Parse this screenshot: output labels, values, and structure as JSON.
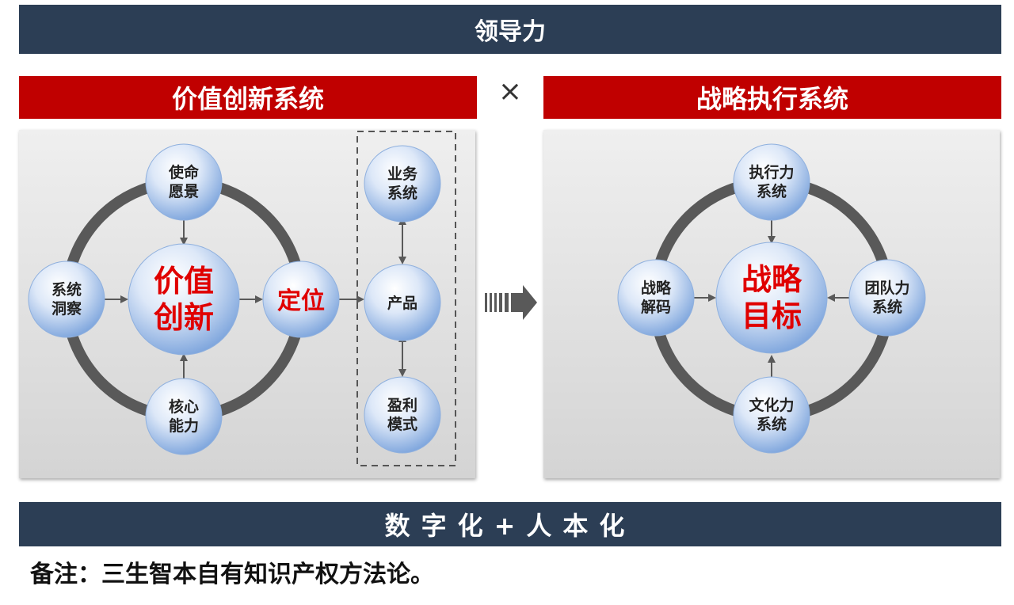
{
  "header": {
    "title": "领导力"
  },
  "footer": {
    "title": "数字化+人本化"
  },
  "operator": "×",
  "left_system": {
    "title": "价值创新系统",
    "center": [
      "价值",
      "创新"
    ],
    "top": [
      "使命",
      "愿景"
    ],
    "left": [
      "系统",
      "洞察"
    ],
    "bottom": [
      "核心",
      "能力"
    ],
    "right": [
      "定位"
    ],
    "column_top": [
      "业务",
      "系统"
    ],
    "column_middle": [
      "产品"
    ],
    "column_bottom": [
      "盈利",
      "模式"
    ]
  },
  "right_system": {
    "title": "战略执行系统",
    "center": [
      "战略",
      "目标"
    ],
    "top": [
      "执行力",
      "系统"
    ],
    "left": [
      "战略",
      "解码"
    ],
    "right": [
      "团队力",
      "系统"
    ],
    "bottom": [
      "文化力",
      "系统"
    ]
  },
  "note": "备注：三生智本自有知识产权方法论。",
  "colors": {
    "navy": "#2c3e55",
    "red": "#c00000",
    "circle_light": "#e6eefb",
    "circle_dark": "#7fa6dd",
    "ring": "#595959",
    "emphasis_text": "#e00000"
  }
}
